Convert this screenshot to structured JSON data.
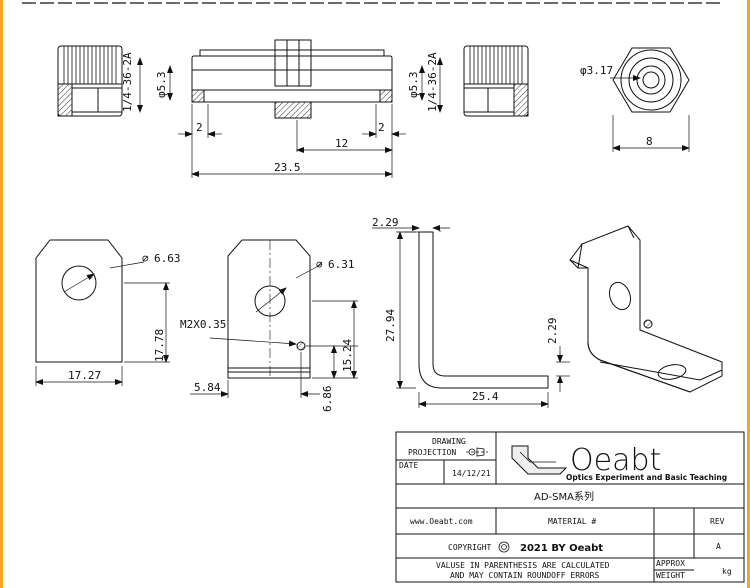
{
  "dimensions": {
    "thread_left": "1/4-36-2A",
    "dia_left": "φ5.3",
    "dia_right": "φ5.3",
    "thread_right": "1/4-36-2A",
    "width_left": "2",
    "width_right": "2",
    "length_12": "12",
    "length_23_5": "23.5",
    "hex_hole": "φ3.17",
    "hex_width": "8",
    "plate1_hole": "6.63",
    "plate1_height": "17.78",
    "plate1_width": "17.27",
    "plate2_hole": "6.31",
    "plate2_screw": "M2X0.35",
    "plate2_h1": "15.24",
    "plate2_h2": "6.86",
    "plate2_w": "5.84",
    "bracket_thk": "2.29",
    "bracket_h": "27.94",
    "bracket_len": "25.4",
    "iso_thk": "2.29"
  },
  "title_block": {
    "drawing_label_1": "DRAWING",
    "drawing_label_2": "PROJECTION",
    "date_label": "DATE",
    "date_value": "14/12/21",
    "logo_text": "Oeabt",
    "logo_sub": "Optics Experiment and Basic Teaching",
    "part_name": "AD-SMA系列",
    "website": "www.Oeabt.com",
    "material": "MATERIAL #",
    "rev_label": "REV",
    "rev_value": "A",
    "copyright_label": "COPYRIGHT",
    "copyright_text": "2021 BY Oeabt",
    "note_1": "VALUSE IN PARENTHESIS ARE CALCULATED",
    "note_2": "AND MAY CONTAIN ROUNDOFF ERRORS",
    "approx_1": "APPROX",
    "approx_2": "WEIGHT",
    "unit": "kg"
  }
}
